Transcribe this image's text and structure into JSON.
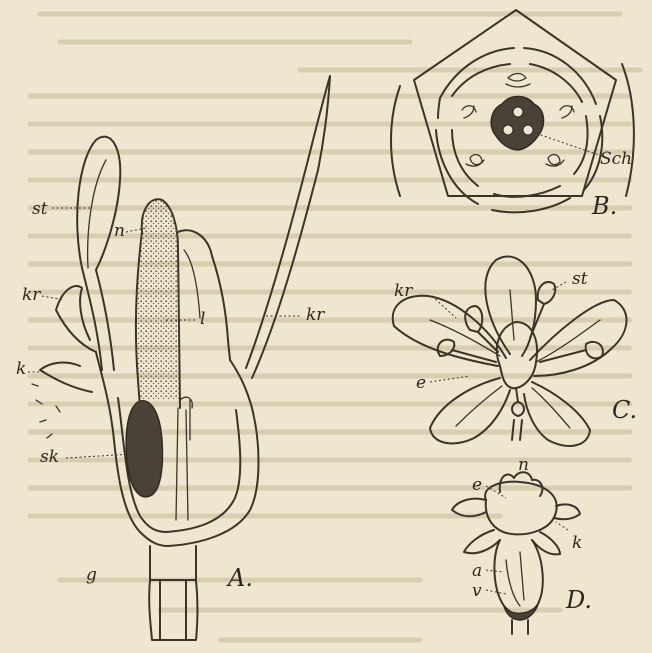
{
  "figure": {
    "panels": [
      {
        "id": "A",
        "letter": "A."
      },
      {
        "id": "B",
        "letter": "B."
      },
      {
        "id": "C",
        "letter": "C."
      },
      {
        "id": "D",
        "letter": "D."
      }
    ],
    "labels": {
      "a_st": "st",
      "a_n": "n",
      "a_kr_left": "kr",
      "a_l": "l",
      "a_kr_right": "kr",
      "a_k": "k",
      "a_sk": "sk",
      "a_g": "g",
      "b_sch": "Sch",
      "c_kr": "kr",
      "c_st": "st",
      "c_e": "e",
      "d_n": "n",
      "d_e": "e",
      "d_k": "k",
      "d_a": "a",
      "d_v": "v"
    }
  }
}
